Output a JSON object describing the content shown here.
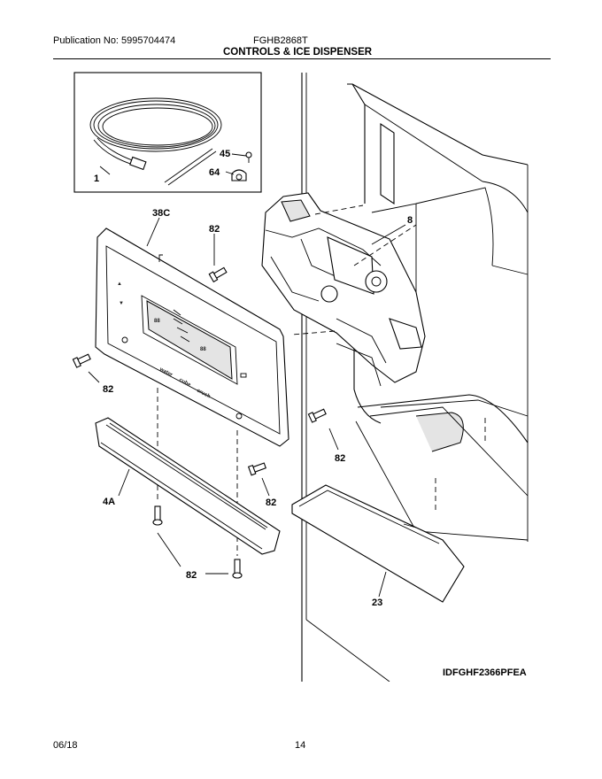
{
  "header": {
    "publication": "Publication No: 5995704474",
    "model": "FGHB2868T",
    "title": "CONTROLS & ICE DISPENSER"
  },
  "callouts": {
    "c1": "1",
    "c45": "45",
    "c64": "64",
    "c38c": "38C",
    "c82_top": "82",
    "c8": "8",
    "c82_left": "82",
    "c82_right": "82",
    "c82_mid": "82",
    "c4a": "4A",
    "c82_bottom": "82",
    "c23": "23"
  },
  "panel_text": {
    "water": "water",
    "cube": "cube",
    "crush": "crush",
    "digits_left": "88",
    "digits_right": "88"
  },
  "diagram_id": "IDFGHF2366PFEA",
  "footer": {
    "date": "06/18",
    "page": "14"
  }
}
